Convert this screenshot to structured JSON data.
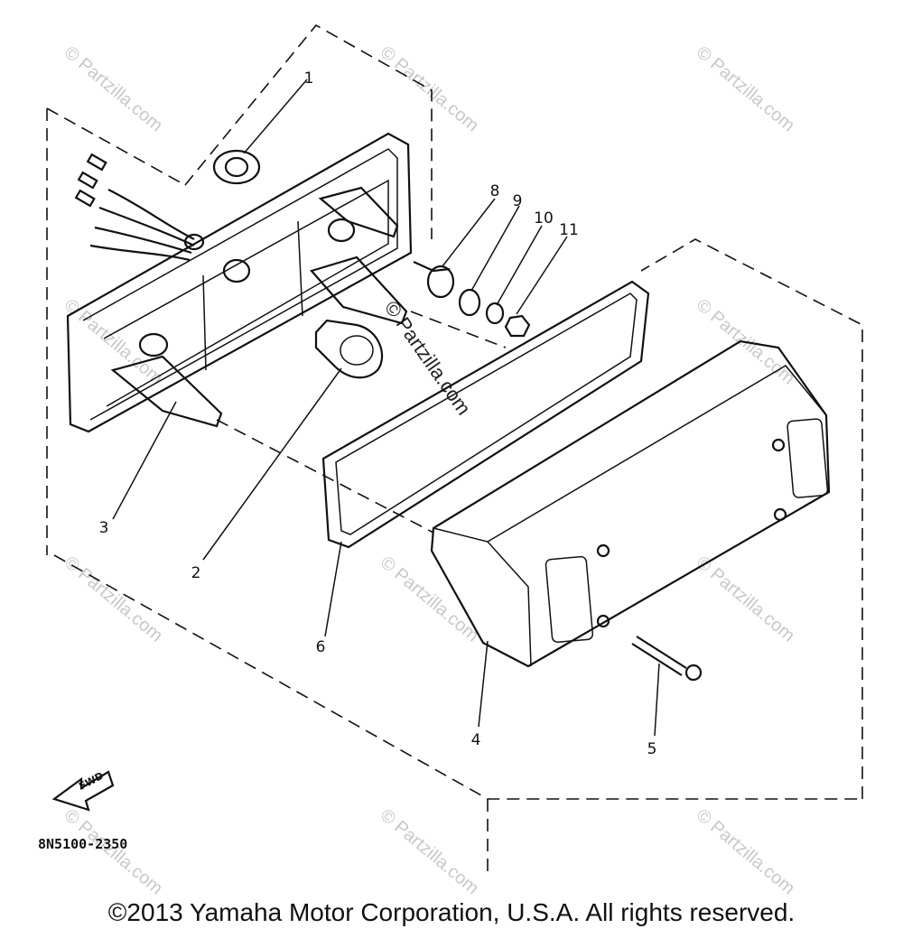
{
  "diagram": {
    "part_code": "8N5100-2350",
    "callouts": [
      "1",
      "2",
      "3",
      "4",
      "5",
      "6",
      "8",
      "9",
      "10",
      "11"
    ],
    "watermark": "© Partzilla.com",
    "front_arrow_label": "FWD",
    "copyright": "©2013 Yamaha Motor Corporation, U.S.A. All rights reserved."
  }
}
